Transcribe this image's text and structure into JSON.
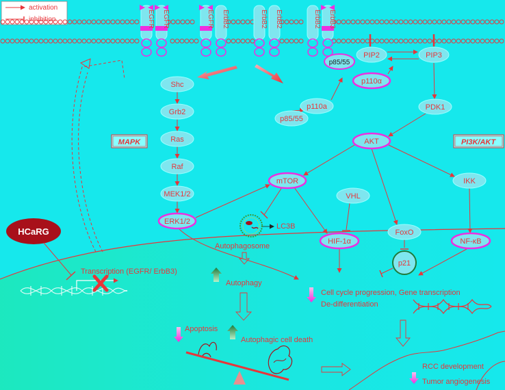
{
  "legend": {
    "activation": "activation",
    "inhibition": "inhibition"
  },
  "receptors": [
    "EGFR",
    "EGFR",
    "EGFR",
    "ErbB2",
    "ErbB2",
    "ErbB2",
    "ErbB2",
    "ErbB3"
  ],
  "pathways": {
    "mapk": "MAPK",
    "pi3k": "PI3K/AKT"
  },
  "mapk_nodes": [
    "Shc",
    "Grb2",
    "Ras",
    "Raf",
    "MEK1/2",
    "ERK1/2"
  ],
  "pi3k_nodes": {
    "p85_top": "p85/55",
    "pip2": "PIP2",
    "pip3": "PIP3",
    "p110a_top": "p110α",
    "p110a_mid": "p110a",
    "p85_low": "p85/55",
    "pdk1": "PDK1",
    "akt": "AKT",
    "mtor": "mTOR",
    "vhl": "VHL",
    "ikk": "IKK",
    "hif": "HIF-1α",
    "foxo": "FoxO",
    "nfkb": "NF-κB",
    "p21": "p21"
  },
  "labels": {
    "hcarg": "HCaRG",
    "lc3b": "LC3B",
    "autophagosome": "Autophagosome",
    "transcription": "Transcription (EGFR/ ErbB3)",
    "autophagy": "Autophagy",
    "apoptosis": "Apoptosis",
    "autophagic_death": "Autophagic cell death",
    "cell_cycle": "Cell cycle progression, Gene transcription",
    "dedifferentiation": "De-differentiation",
    "rcc": "RCC development",
    "angiogenesis": "Tumor angiogenesis"
  },
  "colors": {
    "background": "#16e8ec",
    "red": "#e8353a",
    "magenta": "#ee2ee0",
    "node_fill": "#7ee6ef",
    "dark_red": "#a8101a"
  }
}
